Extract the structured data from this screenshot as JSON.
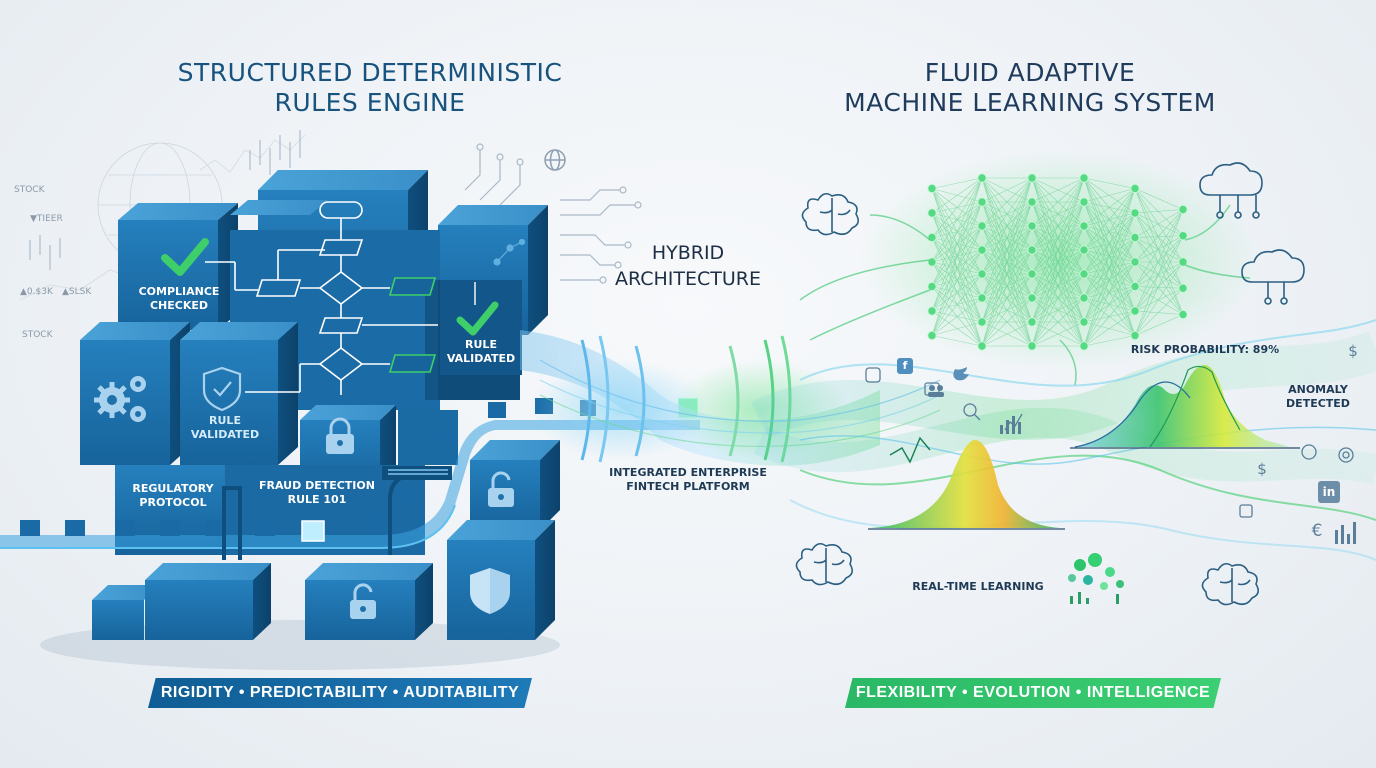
{
  "left": {
    "title_line1": "STRUCTURED DETERMINISTIC",
    "title_line2": "RULES ENGINE",
    "compliance_line1": "COMPLIANCE",
    "compliance_line2": "CHECKED",
    "rule_validated_a_line1": "RULE",
    "rule_validated_a_line2": "VALIDATED",
    "rule_validated_b_line1": "RULE",
    "rule_validated_b_line2": "VALIDATED",
    "regulatory_line1": "REGULATORY",
    "regulatory_line2": "PROTOCOL",
    "fraud_line1": "FRAUD DETECTION",
    "fraud_line2": "RULE 101",
    "banner": "RIGIDITY • PREDICTABILITY • AUDITABILITY",
    "bg_labels": [
      "STOCK",
      "▼TIEER",
      "▲0.$3K",
      "▲SLSK",
      "STOCK"
    ]
  },
  "center": {
    "title_line1": "HYBRID",
    "title_line2": "ARCHITECTURE",
    "platform_line1": "INTEGRATED ENTERPRISE",
    "platform_line2": "FINTECH PLATFORM"
  },
  "right": {
    "title_line1": "FLUID ADAPTIVE",
    "title_line2": "MACHINE LEARNING SYSTEM",
    "risk": "RISK PROBABILITY: 89%",
    "anomaly_line1": "ANOMALY",
    "anomaly_line2": "DETECTED",
    "realtime": "REAL-TIME LEARNING",
    "banner": "FLEXIBILITY • EVOLUTION • INTELLIGENCE",
    "icon_glyphs": [
      "$",
      "$",
      "€",
      "in",
      "f"
    ]
  },
  "colors": {
    "cube_dark": "#135a8c",
    "cube_mid": "#1f76b3",
    "cube_light": "#3b93cc",
    "check_green": "#3ecf6a",
    "accent_green": "#34c86a",
    "accent_blue": "#3aa3e0"
  }
}
